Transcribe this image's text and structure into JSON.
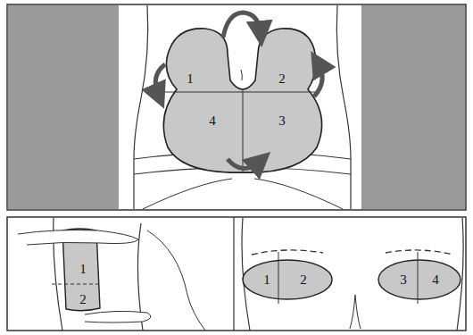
{
  "diagram": {
    "labels": [
      "1",
      "2",
      "4",
      "3",
      "1",
      "2",
      "1",
      "2",
      "3",
      "4"
    ]
  }
}
